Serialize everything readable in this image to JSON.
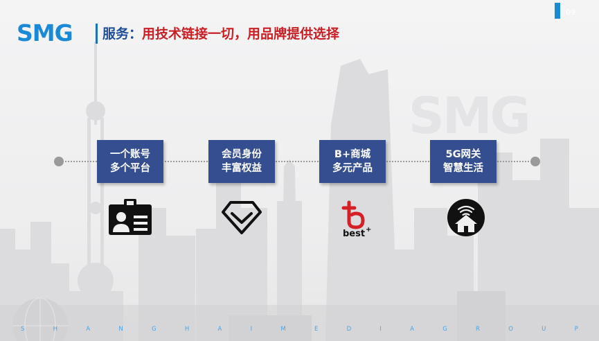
{
  "header": {
    "logo": "SMG",
    "title_prefix": "服务：",
    "title_main": "用技术链接一切，用品牌提供选择"
  },
  "page_number": "09",
  "accent_color": "#1a8ad6",
  "card_color": "#344e90",
  "title_color": "#c91f24",
  "cards": [
    {
      "line1": "一个账号",
      "line2": "多个平台",
      "icon": "id-card-icon"
    },
    {
      "line1": "会员身份",
      "line2": "丰富权益",
      "icon": "diamond-heart-icon"
    },
    {
      "line1": "B+商城",
      "line2": "多元产品",
      "icon": "best-plus-logo"
    },
    {
      "line1": "5G网关",
      "line2": "智慧生活",
      "icon": "smart-home-wifi-icon"
    }
  ],
  "best_logo_text": "best",
  "background_watermark": "SMG",
  "footer_letters": [
    "S",
    "H",
    "A",
    "N",
    "G",
    "H",
    "A",
    "I",
    "M",
    "E",
    "D",
    "I",
    "A",
    "G",
    "R",
    "O",
    "U",
    "P"
  ]
}
